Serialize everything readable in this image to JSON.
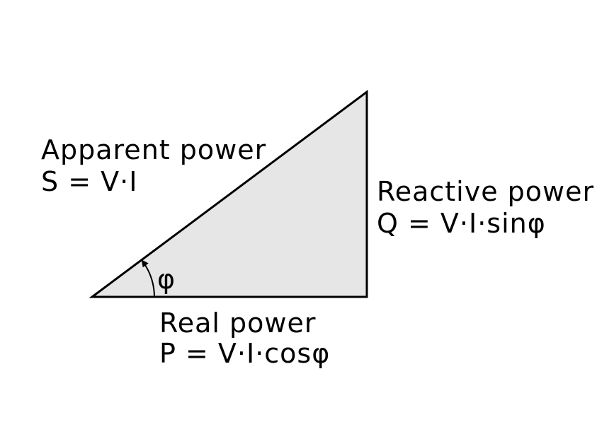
{
  "diagram": {
    "apparent": {
      "name": "Apparent power",
      "formula": "S = V·I"
    },
    "reactive": {
      "name": "Reactive power",
      "formula": "Q = V·I·sinφ"
    },
    "real": {
      "name": "Real power",
      "formula": "P = V·I·cosφ"
    },
    "angle_symbol": "φ"
  },
  "colors": {
    "triangle_fill": "#e6e6e6",
    "stroke": "#000000",
    "text": "#000000",
    "background": "#ffffff"
  }
}
